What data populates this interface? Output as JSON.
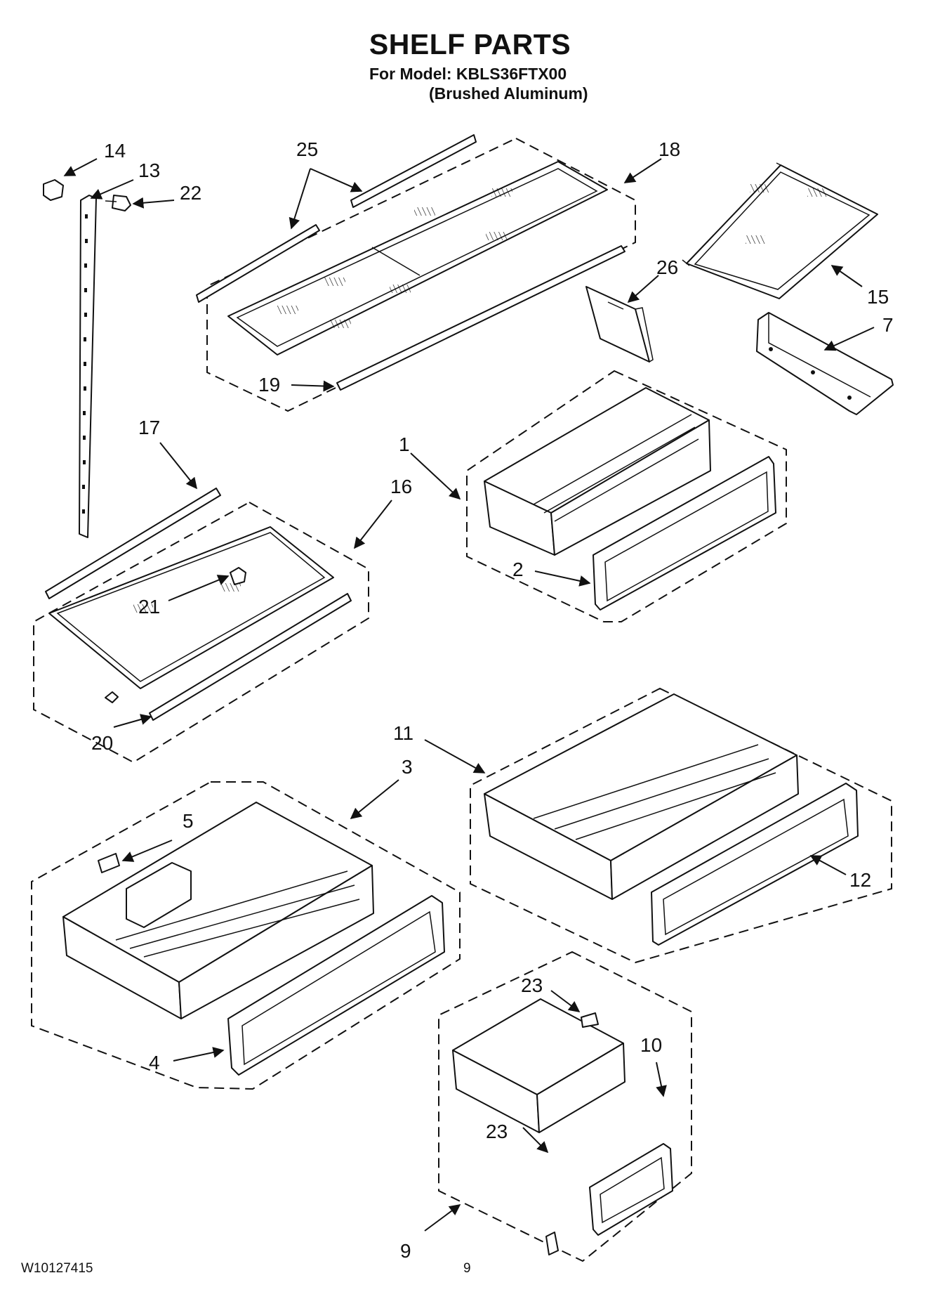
{
  "header": {
    "title": "SHELF PARTS",
    "model_line": "For Model: KBLS36FTX00",
    "finish_line": "(Brushed Aluminum)"
  },
  "footer": {
    "doc_number": "W10127415",
    "page_number": "9"
  },
  "callouts": {
    "c1": "1",
    "c2": "2",
    "c3": "3",
    "c4": "4",
    "c5": "5",
    "c7": "7",
    "c9": "9",
    "c10": "10",
    "c11": "11",
    "c12": "12",
    "c13": "13",
    "c14": "14",
    "c15": "15",
    "c16": "16",
    "c17": "17",
    "c18": "18",
    "c19": "19",
    "c20": "20",
    "c21": "21",
    "c22": "22",
    "c23a": "23",
    "c23b": "23",
    "c25": "25",
    "c26": "26"
  }
}
